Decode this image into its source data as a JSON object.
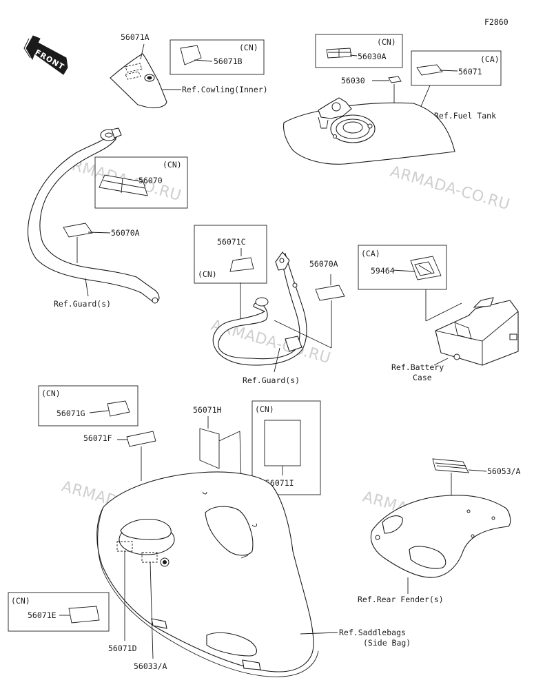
{
  "figure_code": "F2860",
  "front_label": "FRONT",
  "watermark": "ARMADA-CO.RU",
  "region_tags": {
    "cn": "(CN)",
    "ca": "(CA)"
  },
  "parts": {
    "p56071A": "56071A",
    "p56071B": "56071B",
    "p56030A": "56030A",
    "p56030": "56030",
    "p56071": "56071",
    "p56070": "56070",
    "p56070A_left": "56070A",
    "p56071C": "56071C",
    "p56070A_mid": "56070A",
    "p59464": "59464",
    "p56071G": "56071G",
    "p56071F": "56071F",
    "p56071H": "56071H",
    "p56071I": "56071I",
    "p56053A": "56053/A",
    "p56071E": "56071E",
    "p56071D": "56071D",
    "p56033A": "56033/A"
  },
  "refs": {
    "cowling": "Ref.Cowling(Inner)",
    "fuel_tank": "Ref.Fuel Tank",
    "guard_left": "Ref.Guard(s)",
    "guard_mid": "Ref.Guard(s)",
    "battery_1": "Ref.Battery",
    "battery_2": "Case",
    "rear_fender": "Ref.Rear Fender(s)",
    "saddlebags_1": "Ref.Saddlebags",
    "saddlebags_2": "(Side Bag)"
  }
}
